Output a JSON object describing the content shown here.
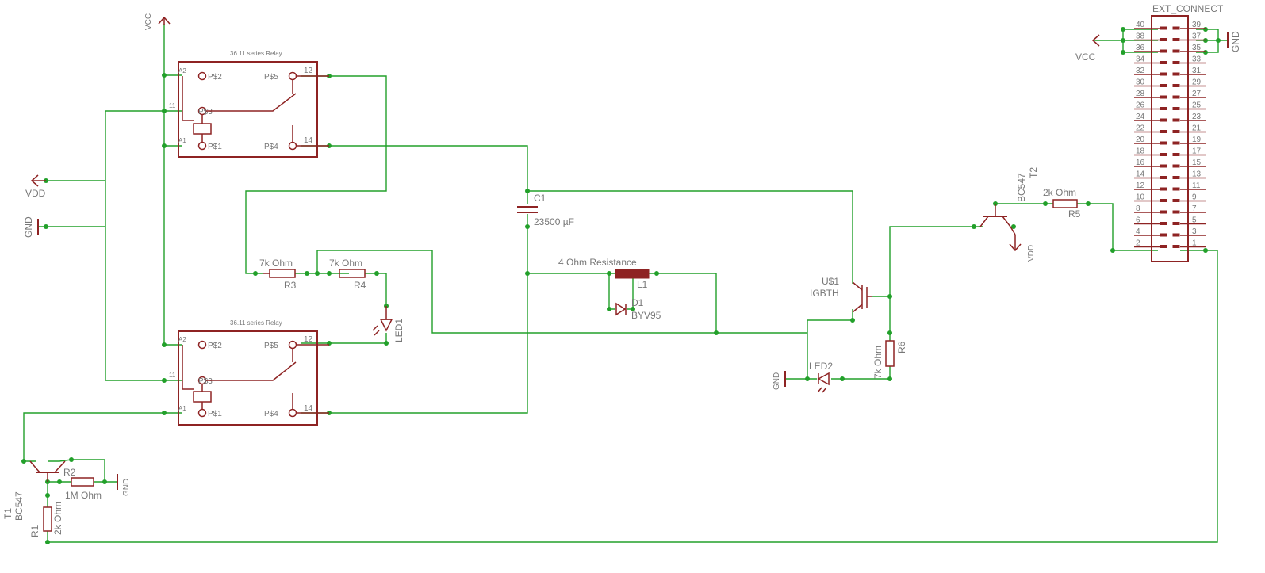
{
  "relay_top": {
    "title": "36.11 series Relay",
    "pin_a2": "A2",
    "pin_p2": "P$2",
    "pin_p3": "P$3",
    "pin_a1": "A1",
    "pin_p1": "P$1",
    "pin_p5": "P$5",
    "pin_12": "12",
    "pin_p4": "P$4",
    "pin_14": "14",
    "pin_11": "11"
  },
  "relay_bottom": {
    "title": "36.11 series Relay",
    "pin_a2": "A2",
    "pin_p2": "P$2",
    "pin_p3": "P$3",
    "pin_a1": "A1",
    "pin_p1": "P$1",
    "pin_p5": "P$5",
    "pin_12": "12",
    "pin_p4": "P$4",
    "pin_14": "14",
    "pin_11": "11"
  },
  "supplies": {
    "vcc": "VCC",
    "vdd": "VDD",
    "gnd": "GND"
  },
  "parts": {
    "c1_name": "C1",
    "c1_value": "23500 µF",
    "r3_value": "7k Ohm",
    "r3_name": "R3",
    "r4_value": "7k Ohm",
    "r4_name": "R4",
    "led1": "LED1",
    "l1_value": "4 Ohm Resistance",
    "l1_name": "L1",
    "d1_name": "D1",
    "d1_value": "BYV95",
    "u1_name": "U$1",
    "u1_value": "IGBTH",
    "r6_name": "R6",
    "r6_value": "7k Ohm",
    "led2": "LED2",
    "t2_type": "BC547",
    "t2_name": "T2",
    "r5_value": "2k Ohm",
    "r5_name": "R5",
    "r2_name": "R2",
    "r2_value": "1M Ohm",
    "t1_name": "T1",
    "t1_type": "BC547",
    "r1_name": "R1",
    "r1_value": "2k Ohm"
  },
  "connector": {
    "name": "EXT_CONNECT",
    "left_pins": [
      "40",
      "38",
      "36",
      "34",
      "32",
      "30",
      "28",
      "26",
      "24",
      "22",
      "20",
      "18",
      "16",
      "14",
      "12",
      "10",
      "8",
      "6",
      "4",
      "2"
    ],
    "right_pins": [
      "39",
      "37",
      "35",
      "33",
      "31",
      "29",
      "27",
      "25",
      "23",
      "21",
      "19",
      "17",
      "15",
      "13",
      "11",
      "9",
      "7",
      "5",
      "3",
      "1"
    ]
  },
  "colors": {
    "wire": "#22a02a",
    "part": "#8e2323",
    "text": "#777777"
  }
}
